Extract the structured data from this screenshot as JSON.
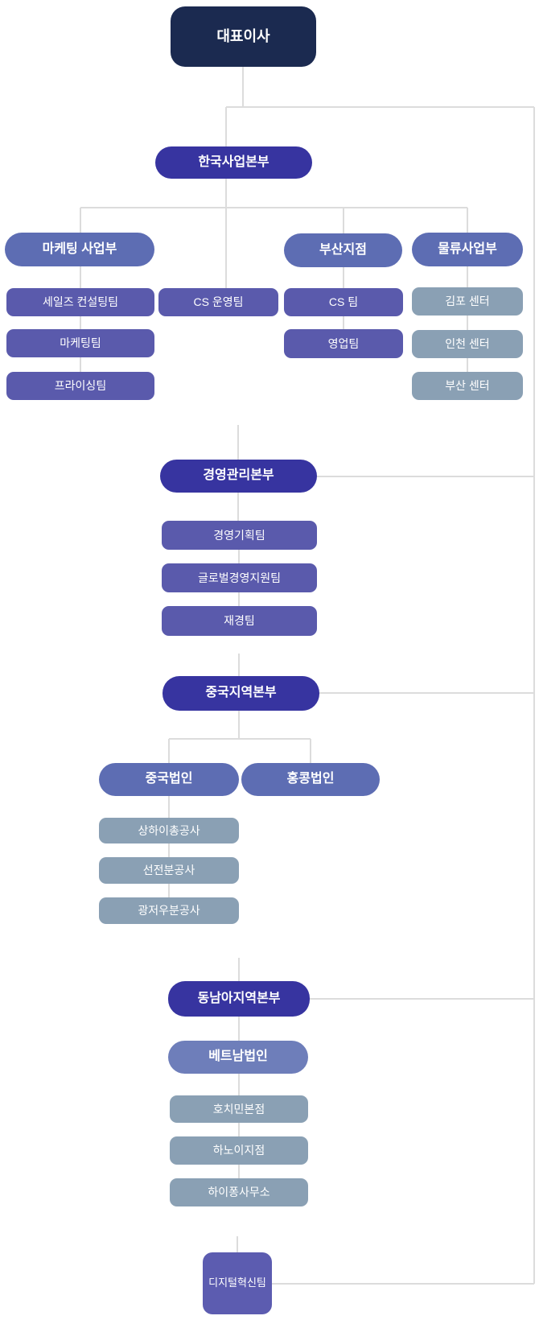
{
  "diagram": {
    "type": "org-chart",
    "nodes": {
      "ceo": "대표이사",
      "korea_hq": "한국사업본부",
      "marketing_div": "마케팅 사업부",
      "busan_branch": "부산지점",
      "logistics_div": "물류사업부",
      "sales_consulting_team": "세일즈 컨설팅팀",
      "cs_operations_team": "CS 운영팀",
      "cs_team": "CS 팀",
      "gimpo_center": "김포 센터",
      "marketing_team": "마케팅팀",
      "sales_team": "영업팀",
      "incheon_center": "인천 센터",
      "pricing_team": "프라이싱팀",
      "busan_center": "부산 센터",
      "mgmt_hq": "경영관리본부",
      "mgmt_planning_team": "경영기획팀",
      "global_mgmt_support_team": "글로벌경영지원팀",
      "finance_team": "재경팀",
      "china_hq": "중국지역본부",
      "china_corp": "중국법인",
      "hongkong_corp": "홍콩법인",
      "shanghai_office": "상하이총공사",
      "shenzhen_office": "선전분공사",
      "guangzhou_office": "광저우분공사",
      "sea_hq": "동남아지역본부",
      "vietnam_corp": "베트남법인",
      "hochiminh_office": "호치민본점",
      "hanoi_office": "하노이지점",
      "haiphong_office": "하이퐁사무소",
      "digital_innovation_team": "디지털혁신팀"
    },
    "colors": {
      "ceo_box": "#1b2a50",
      "hq_box": "#3734a0",
      "department_box": "#5d6db3",
      "vietnam_box": "#6e7eba",
      "team_box": "#5a5aac",
      "center_box": "#8aa0b4",
      "connector_line": "#dcdcdc",
      "text": "#ffffff",
      "background": "#ffffff"
    }
  }
}
